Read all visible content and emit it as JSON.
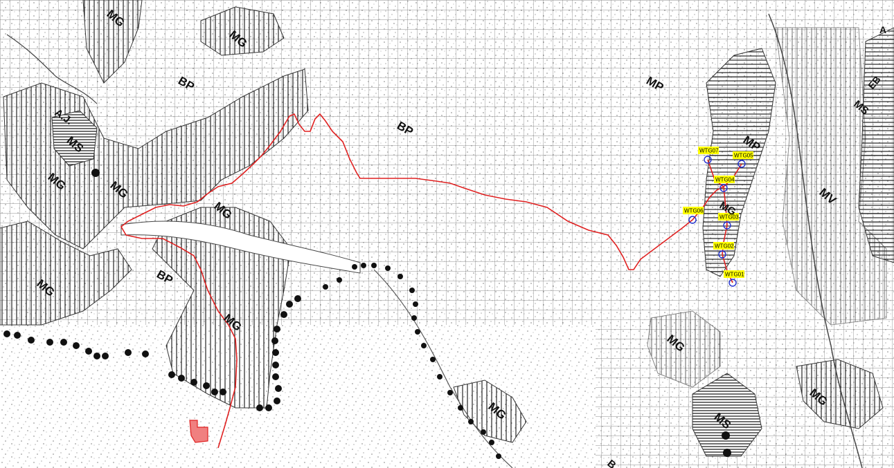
{
  "map": {
    "zone_labels": {
      "mg_topleft": "MG",
      "mg_top": "MG",
      "bp_upper_left": "BP",
      "aj": "A.J.",
      "ms_left": "MS",
      "mg_left1": "MG",
      "mg_left2": "MG",
      "mg_mid": "MG",
      "bp_center": "BP",
      "bp_lower": "BP",
      "mg_far_left": "MG",
      "mg_lower": "MG",
      "mp_upper": "MP",
      "mp_right": "MP",
      "mg_turbines": "MG",
      "mv": "MV",
      "ms_right": "MS",
      "eb": "EB",
      "a_corner": "A",
      "mg_bottom_center": "MG",
      "mg_bottom_right": "MG",
      "mg_far_right": "MG",
      "ms_bottom": "MS",
      "b_bottom": "B"
    },
    "turbines": [
      {
        "id": "WTG07"
      },
      {
        "id": "WTG05"
      },
      {
        "id": "WTG04"
      },
      {
        "id": "WTG06"
      },
      {
        "id": "WTG03"
      },
      {
        "id": "WTG02"
      },
      {
        "id": "WTG01"
      }
    ],
    "colors": {
      "route": "#e02020",
      "turbine_marker": "#2030d0",
      "turbine_label_bg": "#ffff00",
      "boundary_dots": "#111111",
      "hatch": "#222222",
      "substation_fill": "#f08080"
    }
  }
}
